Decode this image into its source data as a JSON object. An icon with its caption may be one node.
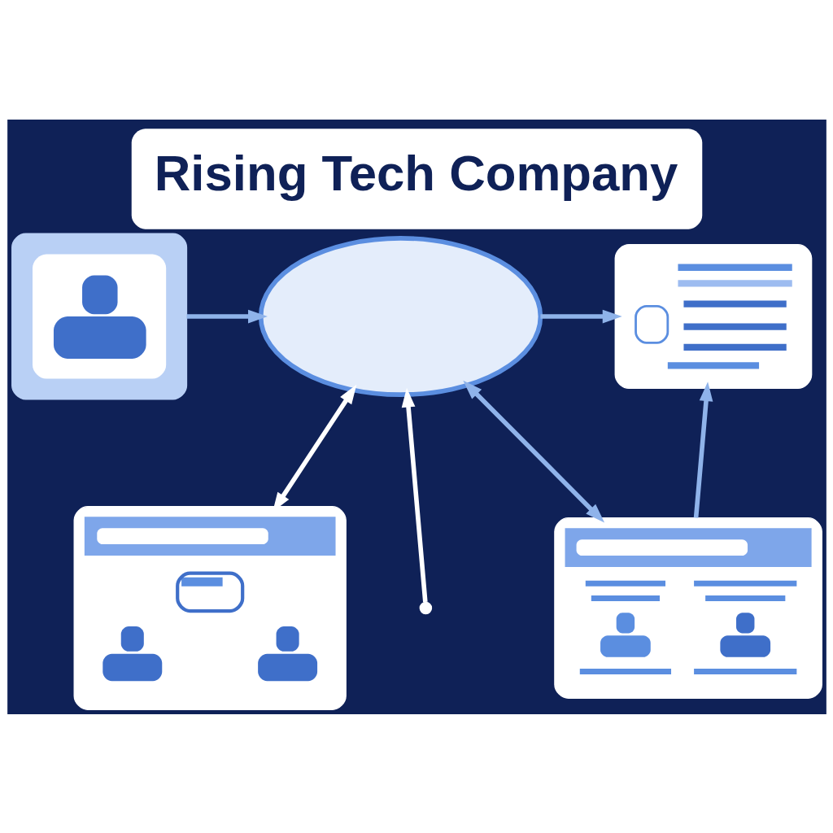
{
  "diagram": {
    "title": "Rising Tech Company",
    "nodes": [
      {
        "text": [],
        "shape": "person"
      },
      {
        "text": [],
        "shape": "cloud"
      },
      {
        "text": [],
        "shape": "box"
      },
      {
        "text": [],
        "shape": "box"
      },
      {
        "text": [],
        "shape": "box"
      }
    ],
    "edges": [
      {
        "from": 0,
        "to": 1,
        "arrow": "to"
      },
      {
        "from": 1,
        "to": 2,
        "arrow": "to"
      },
      {
        "from": 3,
        "to": 1,
        "arrow": "both",
        "color": "#ffffff"
      },
      {
        "from": null,
        "to": 1,
        "arrow": "to",
        "color": "#ffffff"
      },
      {
        "from": 4,
        "to": 1,
        "arrow": "both"
      },
      {
        "from": 4,
        "to": 2,
        "arrow": "to"
      }
    ]
  }
}
